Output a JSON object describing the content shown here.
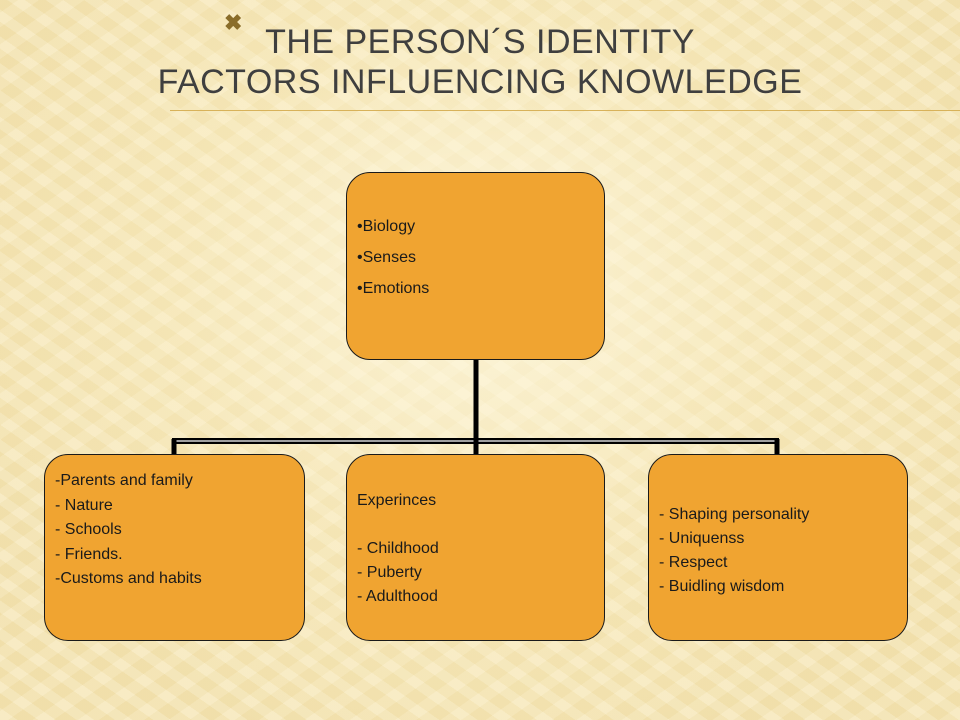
{
  "slide": {
    "mark": "✖",
    "title_line1": "THE PERSON´S IDENTITY",
    "title_line2": "FACTORS INFLUENCING KNOWLEDGE"
  },
  "diagram": {
    "root": {
      "items": [
        "Biology",
        "Senses",
        "Emotions"
      ]
    },
    "children": [
      {
        "lines": [
          "-Parents and family",
          "- Nature",
          "- Schools",
          "- Friends.",
          "-Customs and habits"
        ]
      },
      {
        "heading": "Experinces",
        "lines": [
          "- Childhood",
          "- Puberty",
          "- Adulthood"
        ]
      },
      {
        "lines": [
          "- Shaping personality",
          "- Uniquenss",
          "- Respect",
          "- Buidling wisdom"
        ]
      }
    ]
  },
  "colors": {
    "node_fill": "#f0a431",
    "connector": "#000000",
    "title_text": "#3f3f3f",
    "background": "#f6e7b8"
  }
}
